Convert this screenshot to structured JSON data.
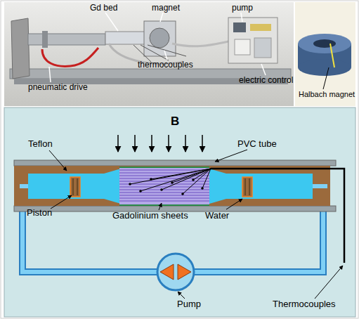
{
  "diagram": {
    "labels": [
      "Gd bed",
      "magnet",
      "pump",
      "pneumatic drive",
      "thermocouples",
      "electric control",
      "Halbach magnet",
      "B",
      "Teflon",
      "PVC tube",
      "Piston",
      "Gadolinium sheets",
      "Water",
      "Pump",
      "Thermocouples"
    ]
  }
}
